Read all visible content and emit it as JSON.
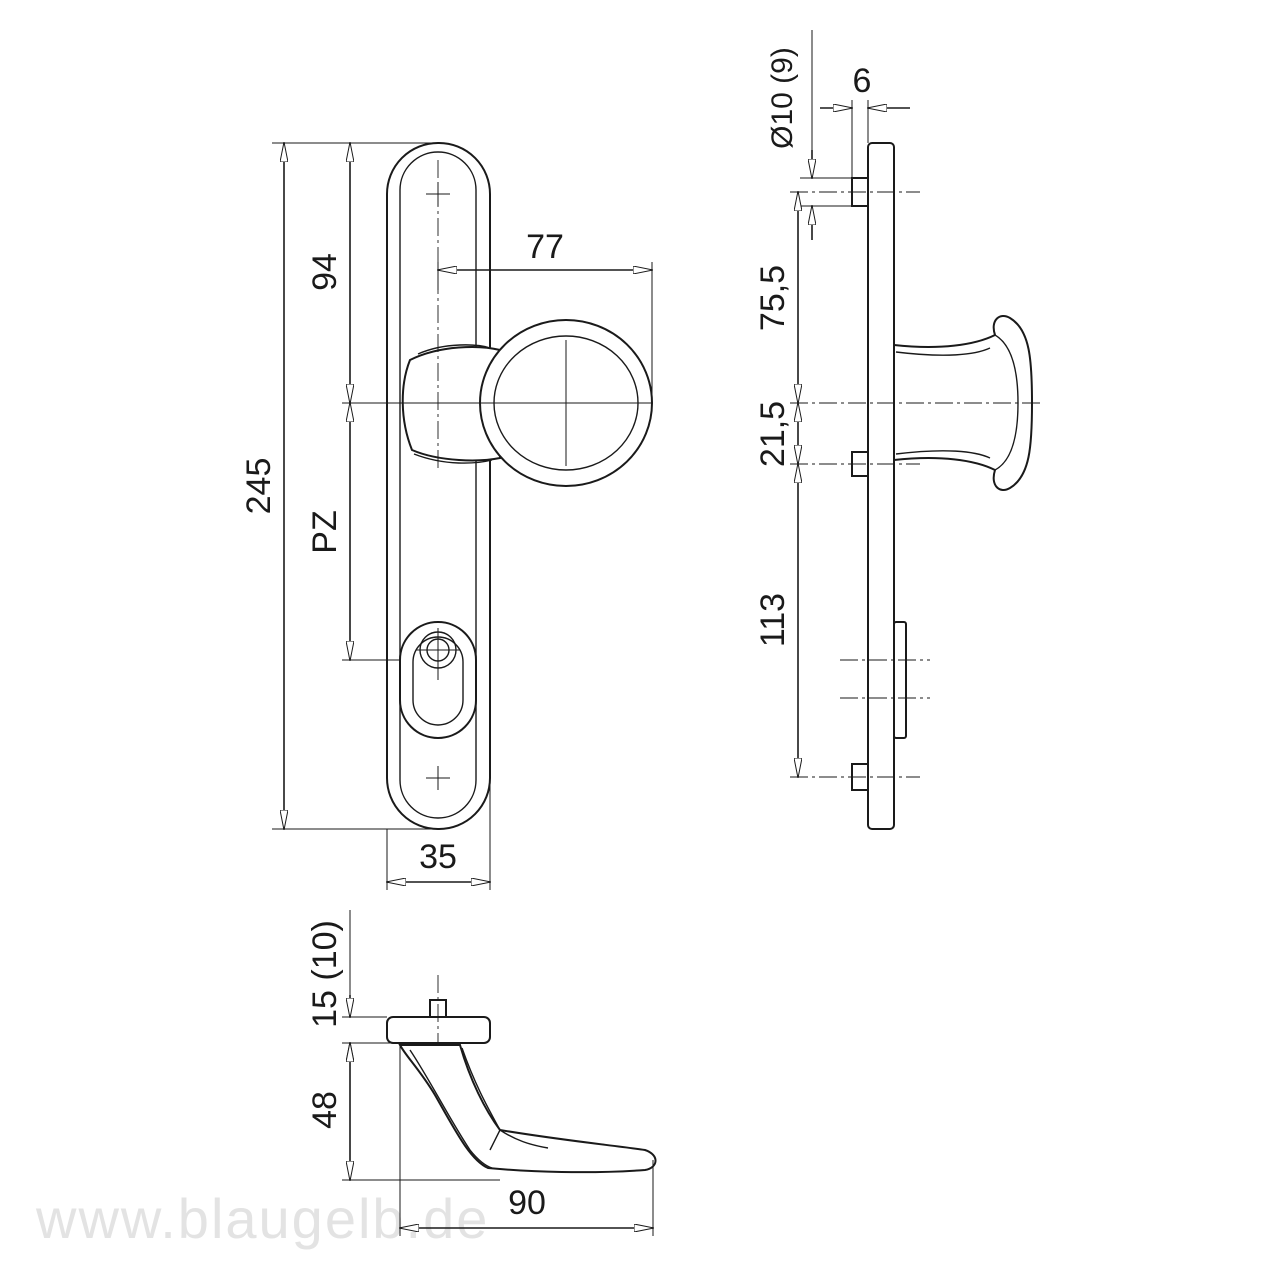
{
  "front_view": {
    "dim_total_height": "245",
    "dim_top_to_axis": "94",
    "dim_backset_label": "PZ",
    "dim_knob_projection": "77",
    "dim_plate_width": "35"
  },
  "side_view": {
    "dim_pin_diameter": "Ø10 (9)",
    "dim_pin_length": "6",
    "dim_pin_to_axis": "75,5",
    "dim_axis_to_screw": "21,5",
    "dim_screw_to_screw": "113"
  },
  "bottom_view": {
    "dim_plate_thickness": "15 (10)",
    "dim_knob_height": "48",
    "dim_knob_reach": "90"
  },
  "watermark": "www.blaugelb.de"
}
